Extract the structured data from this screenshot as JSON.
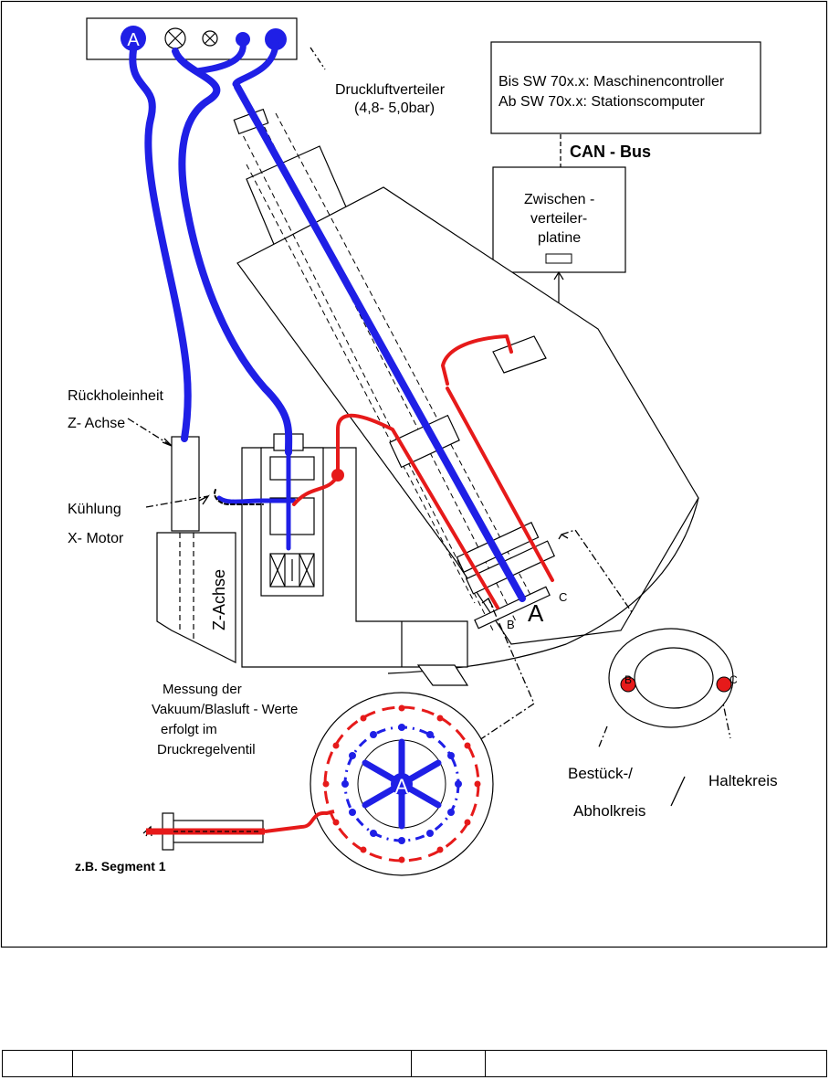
{
  "labels": {
    "distributor": "Druckluftverteiler",
    "pressure": "(4,8- 5,0bar)",
    "controller_line1": "Bis SW 70x.x: Maschinencontroller",
    "controller_line2": "Ab SW 70x.x: Stationscomputer",
    "canbus": "CAN - Bus",
    "board_line1": "Zwischen -",
    "board_line2": "verteiler-",
    "board_line3": "platine",
    "return_unit": "Rückholeinheit",
    "z_axis_small": "Z- Achse",
    "cooling": "Kühlung",
    "x_motor": "X- Motor",
    "z_axis_vertical": "Z-Achse",
    "measure_line1": "Messung der",
    "measure_line2": "Vakuum/Blasluft - Werte",
    "measure_line3": "erfolgt im",
    "measure_line4": "Druckregelventil",
    "segment": "z.B. Segment 1",
    "placement_line1": "Bestück-/",
    "placement_line2": "Abholkreis",
    "holding": "Haltekreis",
    "letter_a": "A",
    "letter_b": "B",
    "letter_c": "C"
  },
  "colors": {
    "vacuum_line": "#1f1fe6",
    "air_line": "#e61a1a",
    "outline": "#000000"
  },
  "icons": {
    "distributor_ports": [
      "circle-a-icon",
      "circle-x-icon",
      "circle-x-small-icon",
      "dot-icon",
      "dot-large-icon"
    ]
  }
}
